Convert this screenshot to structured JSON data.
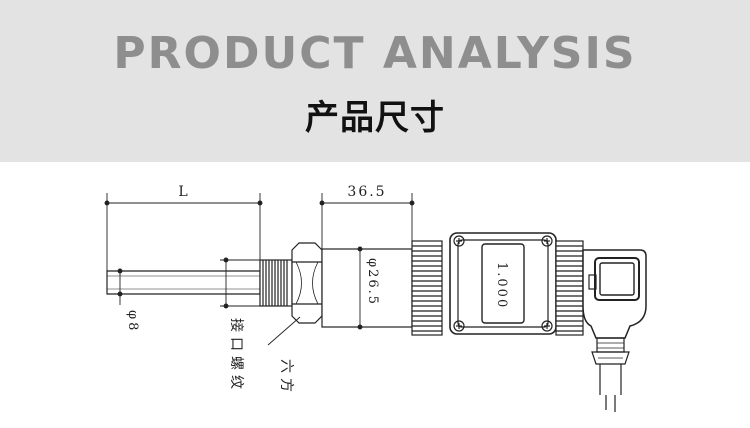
{
  "banner": {
    "title": "PRODUCT ANALYSIS",
    "subtitle": "产品尺寸"
  },
  "drawing": {
    "dim_length": "L",
    "dim_width": "36.5",
    "dim_probe_diameter": "φ8",
    "dim_body_diameter": "φ26.5",
    "label_thread": "接口螺纹",
    "label_hex": "六方",
    "display_value": "1.000"
  },
  "colors": {
    "banner_bg": "#e3e3e3",
    "title": "#8e8e8e",
    "subtitle": "#111111",
    "line": "#222222"
  }
}
